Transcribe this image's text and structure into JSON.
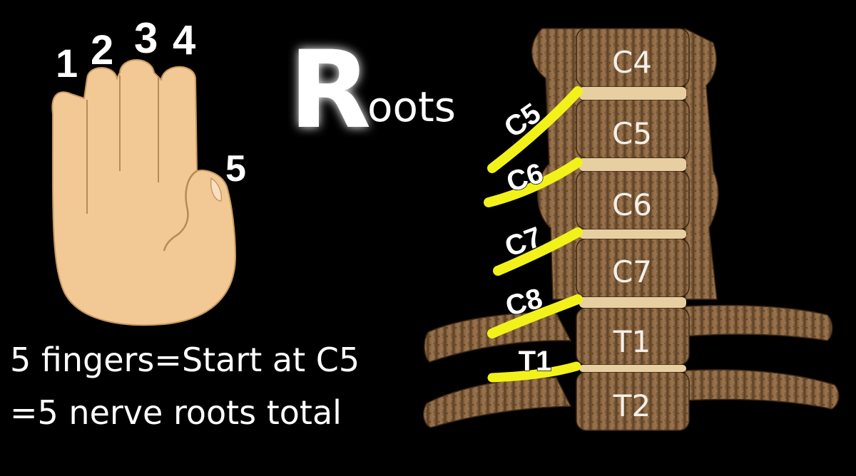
{
  "title": {
    "big_letter": "R",
    "rest": "oots"
  },
  "fingers": [
    "1",
    "2",
    "3",
    "4",
    "5"
  ],
  "vertebrae": [
    "C4",
    "C5",
    "C6",
    "C7",
    "T1",
    "T2"
  ],
  "nerve_roots": [
    "C5",
    "C6",
    "C7",
    "C8",
    "T1"
  ],
  "caption": {
    "line1": "5 fingers=Start at C5",
    "line2": "=5 nerve roots total"
  },
  "colors": {
    "background": "#000000",
    "bone": "#8a6440",
    "disc": "#e8cfa2",
    "root": "#f2f21a",
    "skin": "#f2c994"
  }
}
